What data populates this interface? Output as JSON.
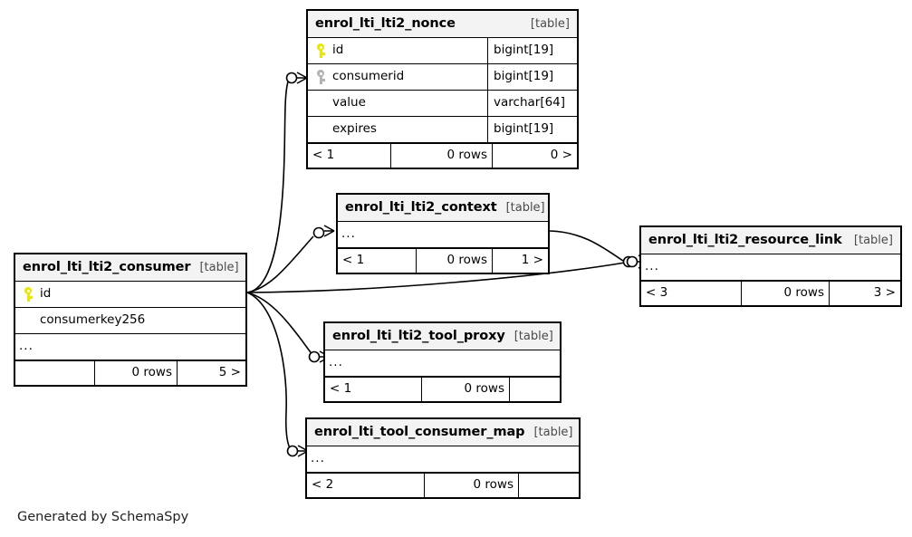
{
  "diagram": {
    "type": "entity-relationship-diagram",
    "generator_caption": "Generated by SchemaSpy",
    "table_tag": "[table]",
    "ellipsis": "...",
    "rows_label": "0 rows"
  },
  "tables": [
    {
      "id": "nonce",
      "name": "enrol_lti_lti2_nonce",
      "tag": "[table]",
      "columns": [
        {
          "key": "pk",
          "name": "id",
          "type": "bigint[19]"
        },
        {
          "key": "fk",
          "name": "consumerid",
          "type": "bigint[19]"
        },
        {
          "key": "none",
          "name": "value",
          "type": "varchar[64]"
        },
        {
          "key": "none",
          "name": "expires",
          "type": "bigint[19]"
        }
      ],
      "footer": {
        "left": "< 1",
        "middle": "0 rows",
        "right": "0 >"
      }
    },
    {
      "id": "context",
      "name": "enrol_lti_lti2_context",
      "tag": "[table]",
      "columns": [],
      "collapsed": "...",
      "footer": {
        "left": "< 1",
        "middle": "0 rows",
        "right": "1 >"
      }
    },
    {
      "id": "resource_link",
      "name": "enrol_lti_lti2_resource_link",
      "tag": "[table]",
      "columns": [],
      "collapsed": "...",
      "footer": {
        "left": "< 3",
        "middle": "0 rows",
        "right": "3 >"
      }
    },
    {
      "id": "consumer",
      "name": "enrol_lti_lti2_consumer",
      "tag": "[table]",
      "columns": [
        {
          "key": "pk",
          "name": "id",
          "type": ""
        },
        {
          "key": "none",
          "name": "consumerkey256",
          "type": ""
        }
      ],
      "collapsed": "...",
      "footer": {
        "left": "",
        "middle": "0 rows",
        "right": "5 >"
      }
    },
    {
      "id": "tool_proxy",
      "name": "enrol_lti_lti2_tool_proxy",
      "tag": "[table]",
      "columns": [],
      "collapsed": "...",
      "footer": {
        "left": "< 1",
        "middle": "0 rows",
        "right": ""
      }
    },
    {
      "id": "tool_consumer_map",
      "name": "enrol_lti_tool_consumer_map",
      "tag": "[table]",
      "columns": [],
      "collapsed": "...",
      "footer": {
        "left": "< 2",
        "middle": "0 rows",
        "right": ""
      }
    }
  ],
  "relationships": [
    {
      "from": "consumer",
      "to": "nonce",
      "notation": "zero-or-one-to-many"
    },
    {
      "from": "consumer",
      "to": "context",
      "notation": "zero-or-one-to-many"
    },
    {
      "from": "consumer",
      "to": "resource_link",
      "notation": "zero-or-one-to-many"
    },
    {
      "from": "context",
      "to": "resource_link",
      "notation": "zero-or-one-to-many"
    },
    {
      "from": "consumer",
      "to": "tool_proxy",
      "notation": "zero-or-one-to-many"
    },
    {
      "from": "consumer",
      "to": "tool_consumer_map",
      "notation": "zero-or-one-to-many"
    }
  ],
  "colors": {
    "primary_key": "#e8e800",
    "foreign_key": "#b3b3b3",
    "header_bg": "#f3f3f3",
    "border": "#000000",
    "background": "#ffffff"
  }
}
